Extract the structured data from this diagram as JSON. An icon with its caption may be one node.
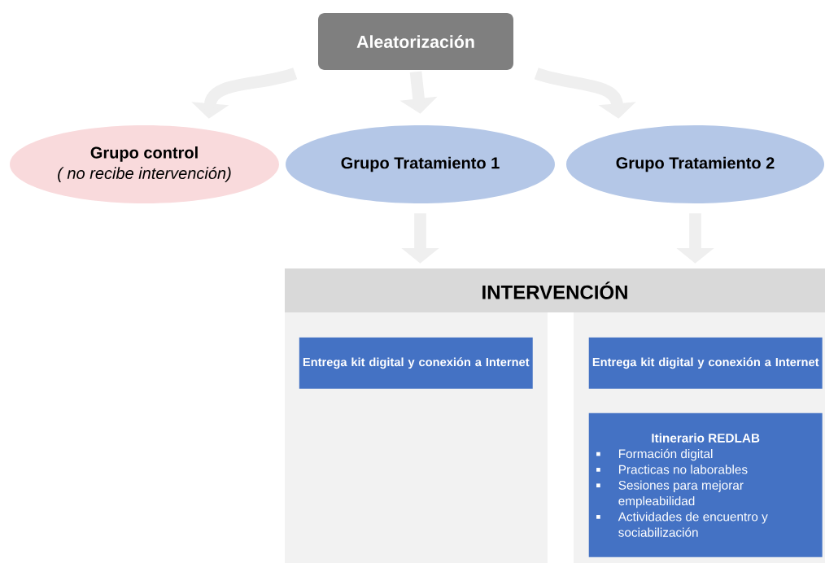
{
  "diagram": {
    "nodes": [
      {
        "text": [
          "Aleatorización"
        ]
      },
      {
        "text": [
          "Grupo control",
          "( no recibe intervención)"
        ]
      },
      {
        "text": [
          "Grupo Tratamiento 1"
        ]
      },
      {
        "text": [
          "Grupo Tratamiento 2"
        ]
      },
      {
        "text": [
          "INTERVENCIÓN"
        ]
      },
      {
        "text": [],
        "shape": "box"
      },
      {
        "text": [
          "Entrega kit digital y conexión a Internet"
        ],
        "in": 5
      },
      {
        "text": [],
        "shape": "box"
      },
      {
        "text": [
          "Entrega kit digital y conexión a Internet"
        ],
        "in": 7
      },
      {
        "text": [
          "Itinerario REDLAB",
          "Formación digital",
          "Practicas no laborables",
          "Sesiones para mejorar empleabilidad",
          "Actividades de encuentro y sociabilización"
        ],
        "in": 7
      }
    ],
    "edges": [
      {
        "from": 0,
        "to": 1,
        "arrow": "to"
      },
      {
        "from": 0,
        "to": 2,
        "arrow": "to"
      },
      {
        "from": 0,
        "to": 3,
        "arrow": "to"
      },
      {
        "from": 2,
        "to": 4,
        "arrow": "to"
      },
      {
        "from": 3,
        "to": 4,
        "arrow": "to"
      }
    ]
  }
}
